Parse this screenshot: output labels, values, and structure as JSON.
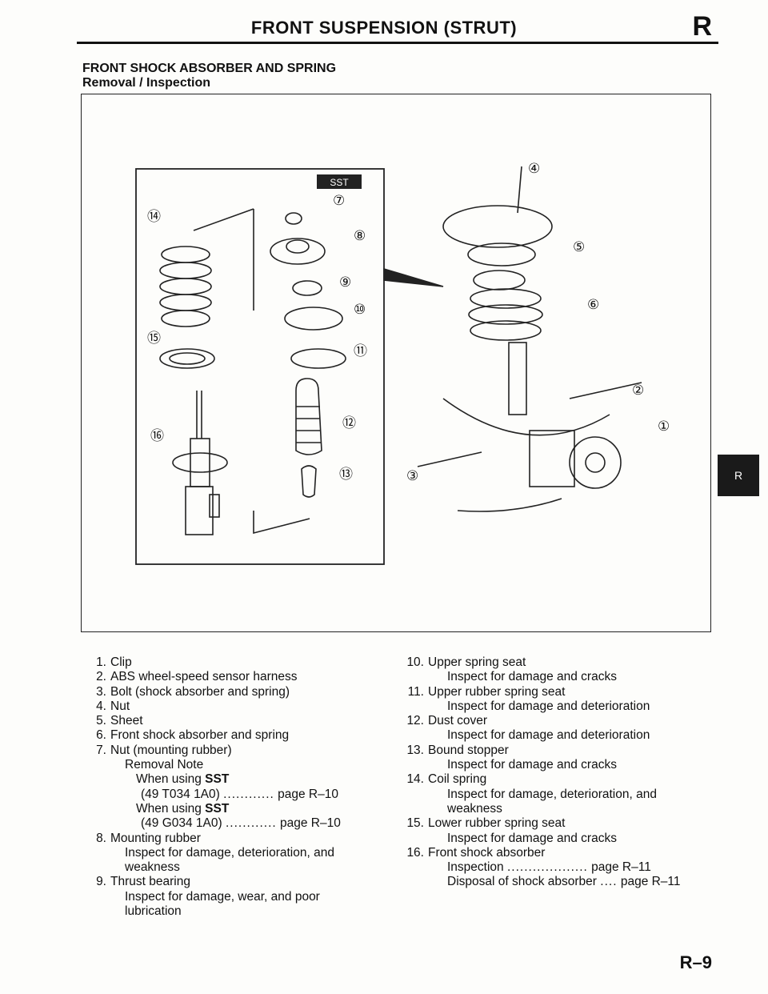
{
  "header": {
    "title": "FRONT SUSPENSION (STRUT)",
    "section_letter": "R"
  },
  "section": {
    "title": "FRONT SHOCK ABSORBER AND SPRING",
    "subtitle": "Removal / Inspection"
  },
  "figure": {
    "sst_label": "SST",
    "callouts": [
      "①",
      "②",
      "③",
      "④",
      "⑤",
      "⑥",
      "⑦",
      "⑧",
      "⑨",
      "⑩",
      "⑪",
      "⑫",
      "⑬",
      "⑭",
      "⑮",
      "⑯"
    ]
  },
  "side_tab": "R",
  "parts_left": [
    {
      "num": "1.",
      "name": "Clip"
    },
    {
      "num": "2.",
      "name": "ABS wheel-speed sensor harness"
    },
    {
      "num": "3.",
      "name": "Bolt (shock absorber and spring)"
    },
    {
      "num": "4.",
      "name": "Nut"
    },
    {
      "num": "5.",
      "name": "Sheet"
    },
    {
      "num": "6.",
      "name": "Front shock absorber and spring"
    },
    {
      "num": "7.",
      "name": "Nut (mounting rubber)"
    }
  ],
  "item7_notes": {
    "removal_note": "Removal Note",
    "when_using": "When using",
    "sst": "SST",
    "sst1_code": "(49 T034 1A0)",
    "sst2_code": "(49 G034 1A0)",
    "dots": "............",
    "page_ref": "page R–10"
  },
  "parts_left_b": [
    {
      "num": "8.",
      "name": "Mounting rubber",
      "notes": [
        "Inspect for damage, deterioration, and",
        "weakness"
      ]
    },
    {
      "num": "9.",
      "name": "Thrust bearing",
      "notes": [
        "Inspect for damage, wear, and poor",
        "lubrication"
      ]
    }
  ],
  "parts_right": [
    {
      "num": "10.",
      "name": "Upper spring seat",
      "notes": [
        "Inspect for damage and cracks"
      ]
    },
    {
      "num": "11.",
      "name": "Upper rubber spring seat",
      "notes": [
        "Inspect for damage and deterioration"
      ]
    },
    {
      "num": "12.",
      "name": "Dust cover",
      "notes": [
        "Inspect for damage and deterioration"
      ]
    },
    {
      "num": "13.",
      "name": "Bound stopper",
      "notes": [
        "Inspect for damage and cracks"
      ]
    },
    {
      "num": "14.",
      "name": "Coil spring",
      "notes": [
        "Inspect for damage, deterioration, and",
        "weakness"
      ]
    },
    {
      "num": "15.",
      "name": "Lower rubber spring seat",
      "notes": [
        "Inspect for damage and cracks"
      ]
    }
  ],
  "item16": {
    "num": "16.",
    "name": "Front shock absorber",
    "inspection": "Inspection",
    "inspection_dots": "...................",
    "inspection_ref": "page R–11",
    "disposal": "Disposal of shock absorber",
    "disposal_dots": "....",
    "disposal_ref": "page R–11"
  },
  "page_number": "R–9"
}
